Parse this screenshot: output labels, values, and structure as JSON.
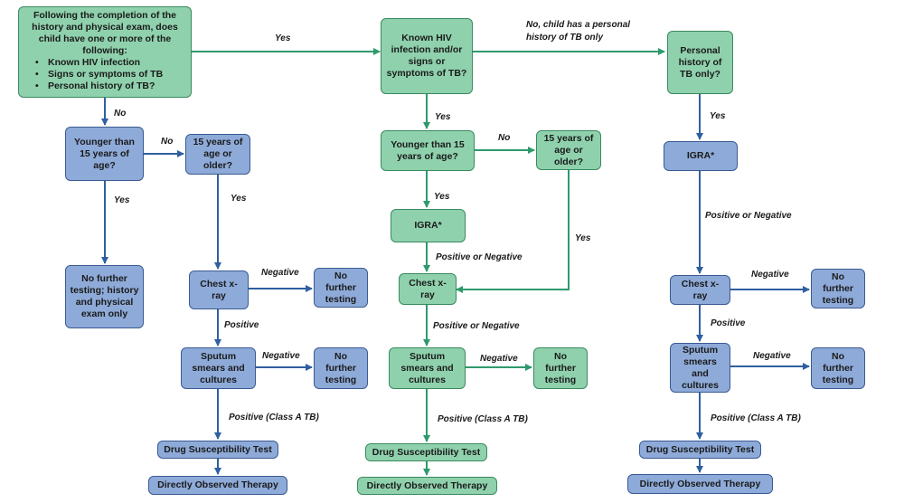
{
  "colors": {
    "green_fill": "#8fd1ad",
    "green_stroke": "#3a8a5e",
    "blue_fill": "#8eaad8",
    "blue_stroke": "#3b5a93",
    "green_arrow": "#2e9a6c",
    "blue_arrow": "#2f5fa0"
  },
  "start": {
    "question": "Following the completion of the history and physical exam, does child have one or more of the following:",
    "bullets": [
      "Known HIV infection",
      "Signs or symptoms of TB",
      "Personal history of TB?"
    ]
  },
  "nodes": {
    "known_hiv": "Known HIV infection and/or signs or symptoms of TB?",
    "personal_history": "Personal history of TB only?",
    "left_younger": "Younger than 15 years of age?",
    "left_older": "15 years of age or older?",
    "left_no_testing": "No further testing; history and physical exam only",
    "left_cxr": "Chest x-ray",
    "left_cxr_no_further": "No further testing",
    "left_sputum": "Sputum smears and cultures",
    "left_sputum_no_further": "No further testing",
    "left_dst": "Drug Susceptibility Test",
    "left_dot": "Directly Observed Therapy",
    "mid_younger": "Younger than 15 years of age?",
    "mid_older": "15 years of age or older?",
    "mid_igra": "IGRA*",
    "mid_cxr": "Chest x-ray",
    "mid_sputum": "Sputum smears and cultures",
    "mid_sputum_no_further": "No further testing",
    "mid_dst": "Drug Susceptibility Test",
    "mid_dot": "Directly Observed Therapy",
    "right_igra": "IGRA*",
    "right_cxr": "Chest x-ray",
    "right_cxr_no_further": "No further testing",
    "right_sputum": "Sputum smears and cultures",
    "right_sputum_no_further": "No further testing",
    "right_dst": "Drug Susceptibility Test",
    "right_dot": "Directly Observed Therapy"
  },
  "edge_labels": {
    "start_yes": "Yes",
    "hiv_no": "No, child has a personal history of TB only",
    "start_no": "No",
    "left_younger_no": "No",
    "left_younger_yes": "Yes",
    "left_older_yes": "Yes",
    "left_cxr_negative": "Negative",
    "left_cxr_positive": "Positive",
    "left_sputum_negative": "Negative",
    "left_sputum_positive": "Positive (Class A TB)",
    "mid_hiv_yes": "Yes",
    "mid_younger_no": "No",
    "mid_younger_yes": "Yes",
    "mid_older_yes": "Yes",
    "mid_igra_result": "Positive or Negative",
    "mid_cxr_result": "Positive or Negative",
    "mid_sputum_negative": "Negative",
    "mid_sputum_positive": "Positive (Class A TB)",
    "right_history_yes": "Yes",
    "right_igra_result": "Positive or Negative",
    "right_cxr_negative": "Negative",
    "right_cxr_positive": "Positive",
    "right_sputum_negative": "Negative",
    "right_sputum_positive": "Positive (Class A TB)"
  }
}
